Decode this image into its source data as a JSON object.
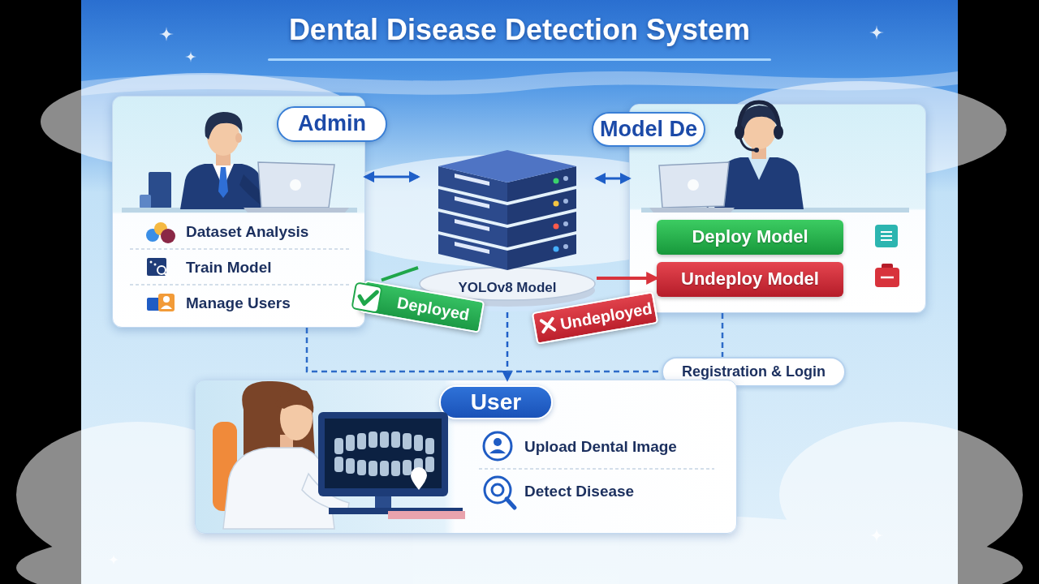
{
  "diagram": {
    "title": "Dental Disease Detection System",
    "nodes": [
      {
        "text": [
          "Admin",
          "Dataset Analysis",
          "Train Model",
          "Manage Users"
        ]
      },
      {
        "text": [
          "YOLOv8 Model"
        ]
      },
      {
        "text": [
          "Model De"
        ]
      },
      {
        "text": [
          "Deploy Model"
        ],
        "in": 2
      },
      {
        "text": [
          "Undeploy Model"
        ],
        "in": 2
      },
      {
        "text": [
          "Deployed"
        ]
      },
      {
        "text": [
          "Undeployed"
        ]
      },
      {
        "text": [
          "Registration & Login"
        ]
      },
      {
        "text": [
          "User",
          "Upload Dental Image",
          "Detect Disease"
        ]
      }
    ],
    "edges": [
      {
        "from": 0,
        "to": 1,
        "arrow": "both"
      },
      {
        "from": 1,
        "to": 2,
        "arrow": "both"
      },
      {
        "from": 1,
        "to": 8,
        "arrow": "to"
      },
      {
        "from": 0,
        "to": 7,
        "arrow": "none"
      },
      {
        "from": 2,
        "to": 7,
        "arrow": "none"
      },
      {
        "from": 5,
        "to": 1,
        "arrow": "none"
      },
      {
        "from": 1,
        "to": 4,
        "arrow": "to"
      }
    ]
  }
}
